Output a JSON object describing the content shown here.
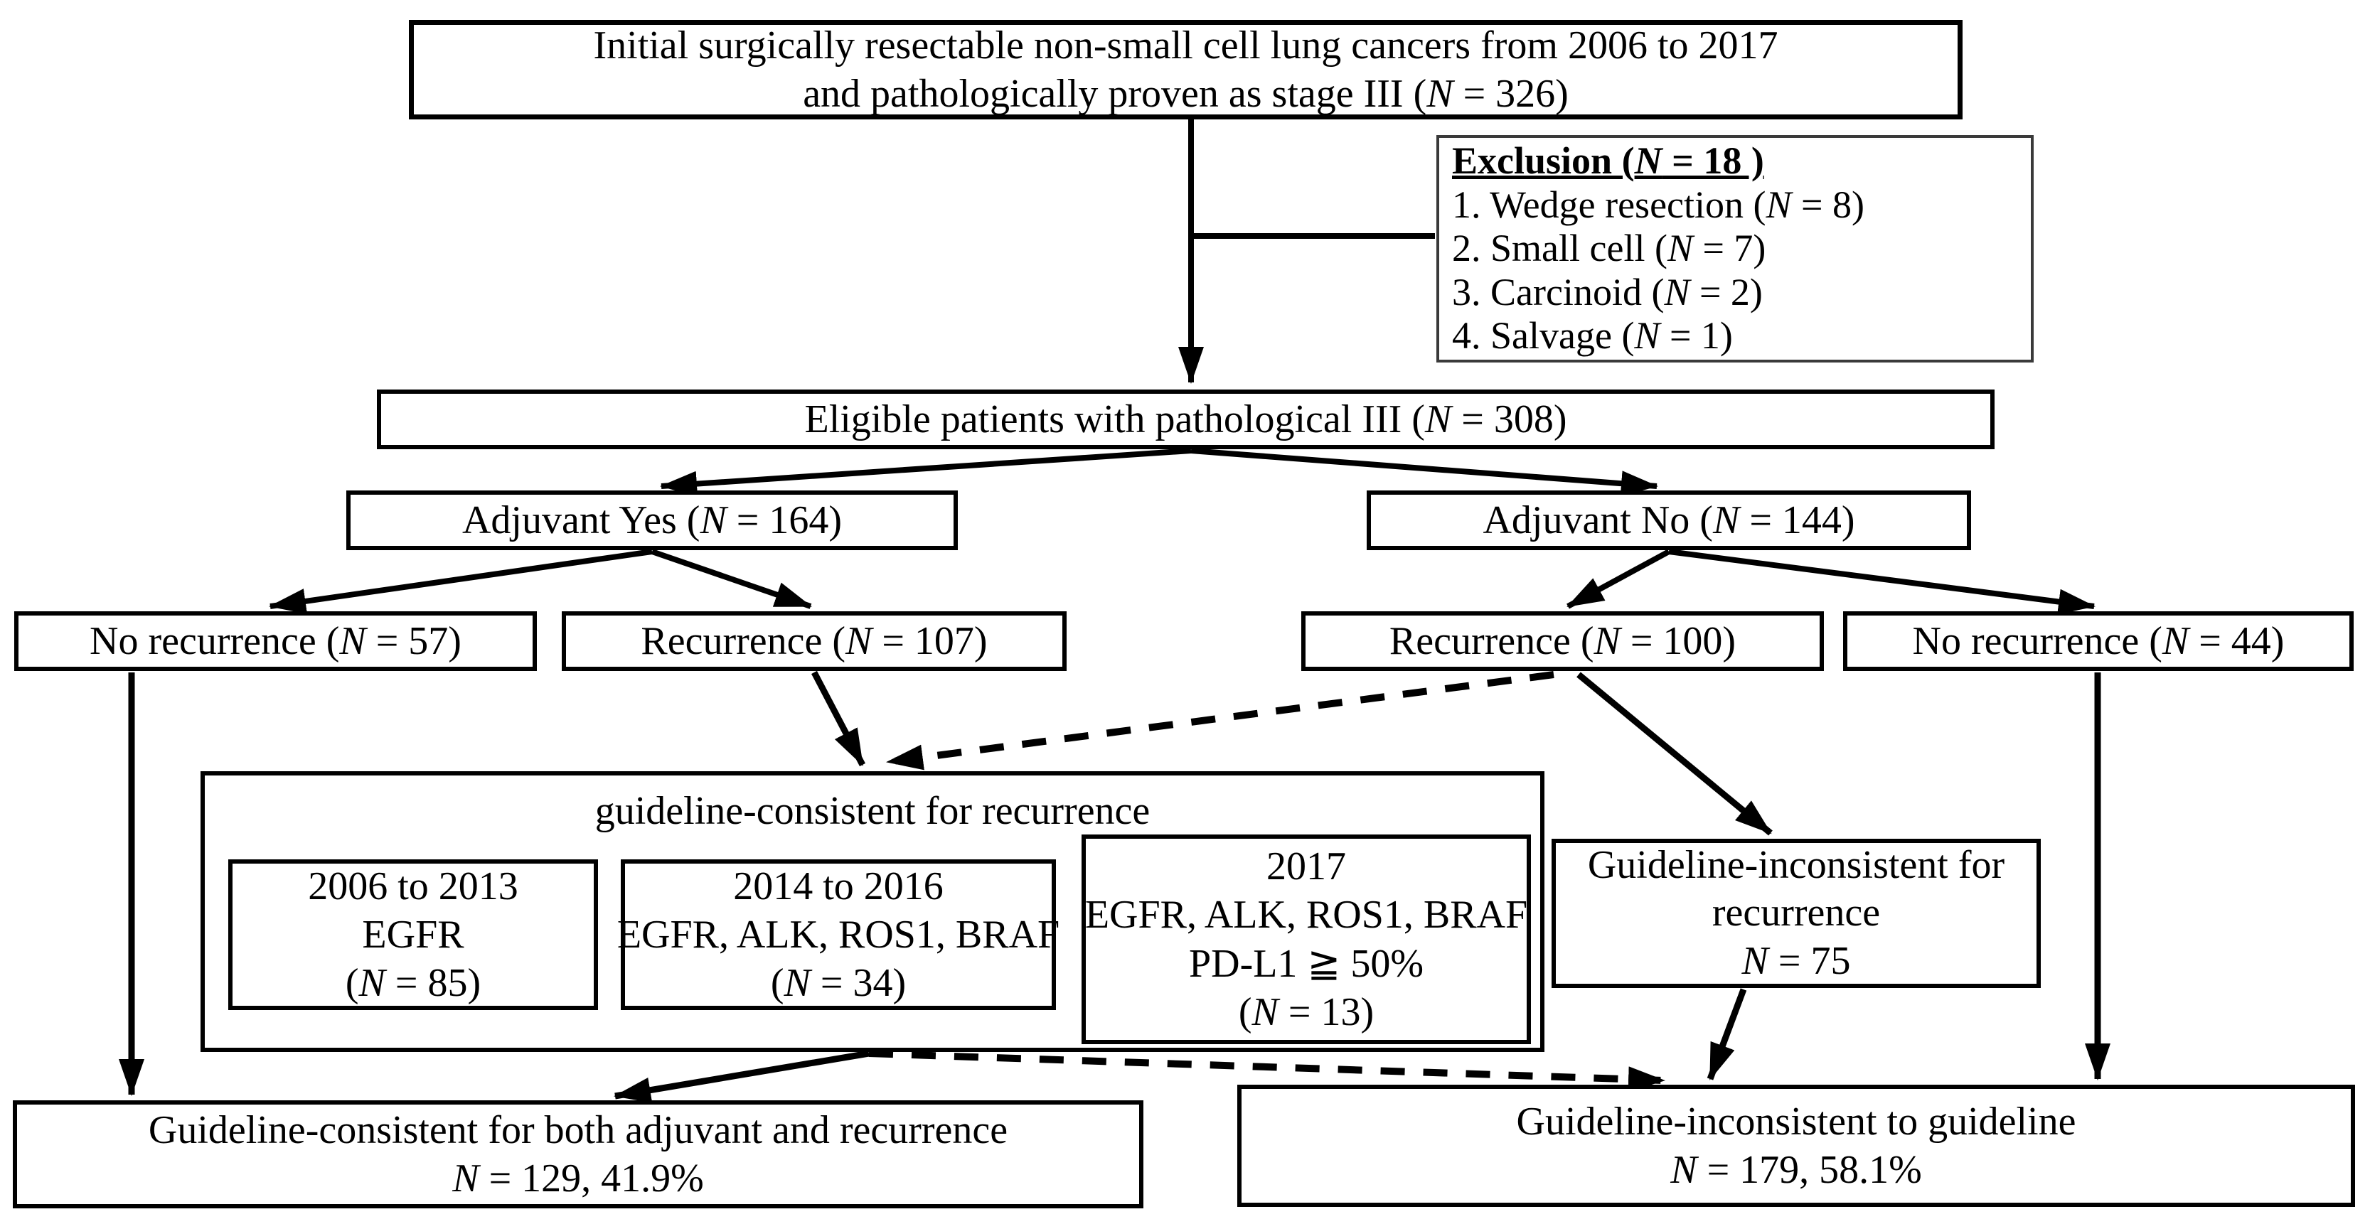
{
  "page": {
    "background": "#ffffff",
    "ink": "#000000"
  },
  "boxes": {
    "initial": {
      "lines": [
        "Initial surgically resectable non-small cell lung cancers  from 2006 to 2017",
        "and pathologically proven as stage III (N = 326)"
      ]
    },
    "exclusion": {
      "title": "Exclusion (N = 18 )",
      "items": [
        "1. Wedge resection (N = 8)",
        "2. Small cell (N = 7)",
        "3. Carcinoid (N = 2)",
        "4. Salvage (N = 1)"
      ]
    },
    "eligible": {
      "label": "Eligible patients with pathological III (N = 308)"
    },
    "adjuvant_yes": {
      "label": "Adjuvant Yes (N = 164)"
    },
    "adjuvant_no": {
      "label": "Adjuvant No (N = 144)"
    },
    "no_recurrence_adj": {
      "label": "No recurrence (N = 57)"
    },
    "recurrence_adj": {
      "label": "Recurrence (N = 107)"
    },
    "recurrence_noadj": {
      "label": "Recurrence (N = 100)"
    },
    "no_recurrence_noadj": {
      "label": "No recurrence (N = 44)"
    },
    "consistent_container": {
      "title": "guideline-consistent for recurrence",
      "era1": {
        "lines": [
          "2006 to 2013",
          "EGFR",
          "(N = 85)"
        ]
      },
      "era2": {
        "lines": [
          "2014 to 2016",
          "EGFR, ALK, ROS1, BRAF",
          "(N = 34)"
        ]
      },
      "era3": {
        "lines": [
          "2017",
          "EGFR, ALK, ROS1, BRAF",
          "PD-L1 ≧ 50%",
          "(N = 13)"
        ]
      }
    },
    "inconsistent_recurrence": {
      "lines": [
        "Guideline-inconsistent for",
        "recurrence",
        "N = 75"
      ]
    },
    "consistent_both": {
      "lines": [
        "Guideline-consistent for both adjuvant and recurrence",
        "N = 129, 41.9%"
      ]
    },
    "inconsistent_total": {
      "lines": [
        "Guideline-inconsistent to guideline",
        "N = 179, 58.1%"
      ]
    }
  }
}
